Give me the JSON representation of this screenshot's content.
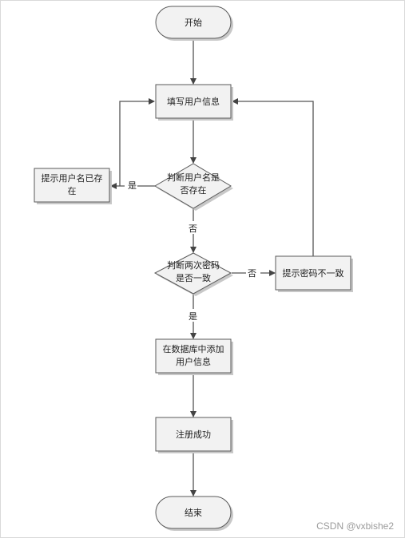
{
  "nodes": {
    "start": "开始",
    "fill_info": "填写用户信息",
    "check_username": [
      "判断用户名是",
      "否存在"
    ],
    "username_exists": [
      "提示用户名已存",
      "在"
    ],
    "check_password": [
      "判断两次密码",
      "是否一致"
    ],
    "password_mismatch": "提示密码不一致",
    "add_to_db": [
      "在数据库中添加",
      "用户信息"
    ],
    "register_success": "注册成功",
    "end": "结束"
  },
  "edge_labels": {
    "username_yes": "是",
    "username_no": "否",
    "password_no": "否",
    "password_yes": "是"
  },
  "watermark": "CSDN @vxbishe2"
}
